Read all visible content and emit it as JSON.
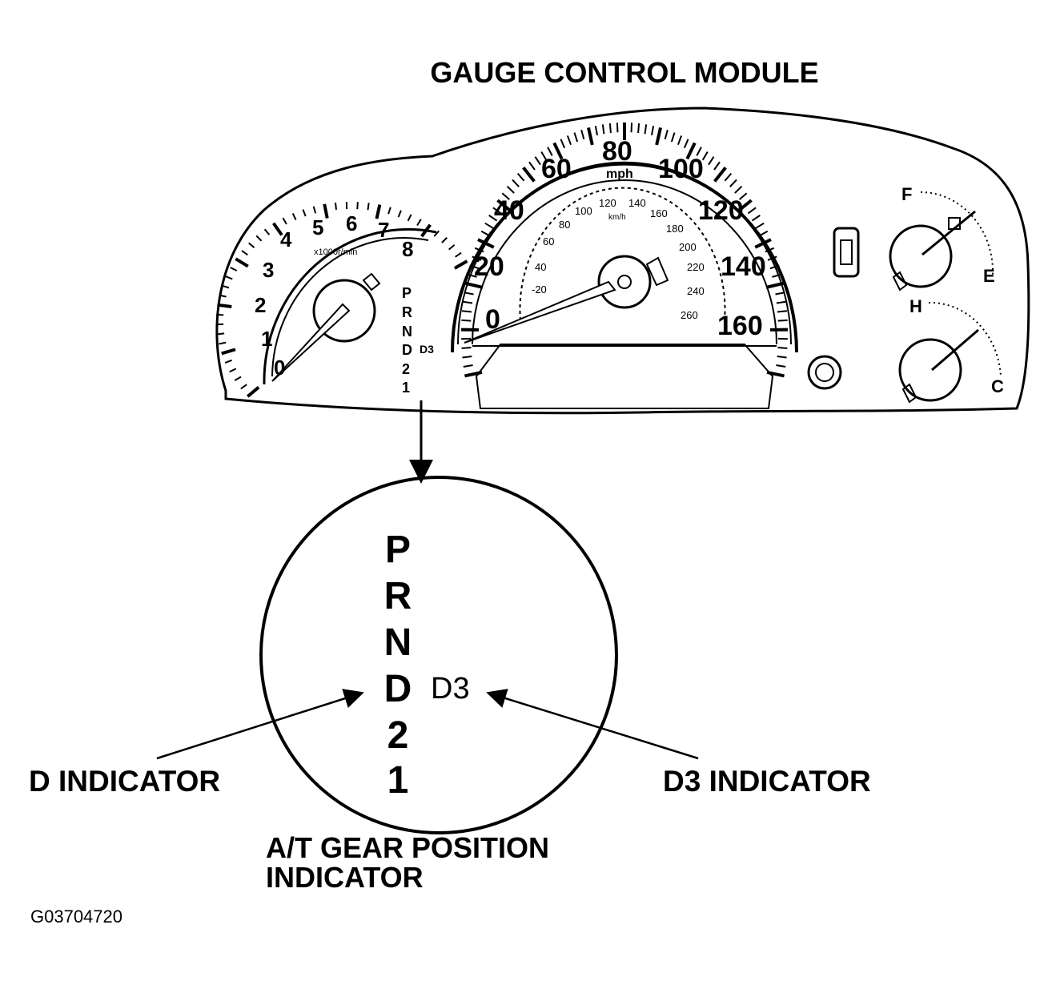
{
  "title": "GAUGE CONTROL MODULE",
  "tachometer": {
    "scale": [
      "0",
      "1",
      "2",
      "3",
      "4",
      "5",
      "6",
      "7",
      "8"
    ],
    "unit": "x1000r/min"
  },
  "speedometer": {
    "mph_scale": [
      "0",
      "20",
      "40",
      "60",
      "80",
      "100",
      "120",
      "140",
      "160"
    ],
    "mph_unit": "mph",
    "kmh_scale": [
      "-20",
      "40",
      "60",
      "80",
      "100",
      "120",
      "140",
      "160",
      "180",
      "200",
      "220",
      "240",
      "260"
    ],
    "kmh_unit": "km/h"
  },
  "cluster_gear_strip": {
    "letters": [
      "P",
      "R",
      "N",
      "D",
      "2",
      "1"
    ],
    "d3": "D3"
  },
  "fuel_gauge": {
    "full": "F",
    "empty": "E"
  },
  "temp_gauge": {
    "hot": "H",
    "cold": "C"
  },
  "detail": {
    "letters": [
      "P",
      "R",
      "N",
      "D",
      "2",
      "1"
    ],
    "d3": "D3"
  },
  "callouts": {
    "d_indicator": "D INDICATOR",
    "d3_indicator": "D3 INDICATOR"
  },
  "caption": {
    "line1": "A/T GEAR POSITION",
    "line2": "INDICATOR"
  },
  "figure_code": "G03704720"
}
